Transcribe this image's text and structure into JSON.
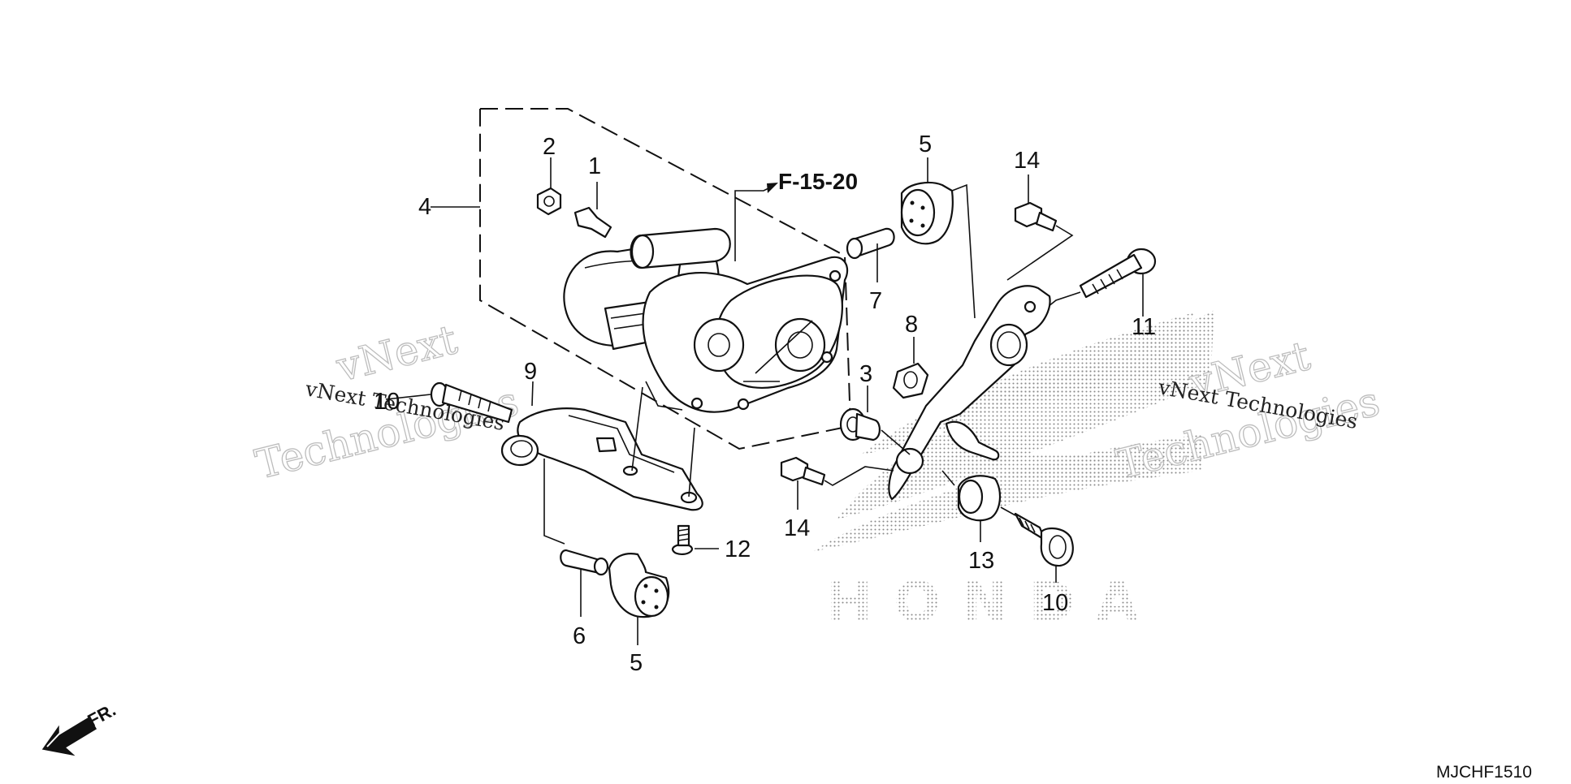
{
  "diagram": {
    "reference_label": "F-15-20",
    "diagram_code": "MJCHF1510",
    "front_label": "FR.",
    "logo_text": "HONDA",
    "watermarks": [
      {
        "line1": "vNext",
        "line2": "Technologies"
      },
      {
        "line1": "vNext",
        "line2": "Technologies"
      }
    ],
    "watermark_small": [
      "vNext Technologies",
      "vNext Technologies"
    ]
  },
  "callouts": {
    "c1": "1",
    "c2": "2",
    "c3": "3",
    "c4": "4",
    "c5a": "5",
    "c5b": "5",
    "c6": "6",
    "c7": "7",
    "c8": "8",
    "c9": "9",
    "c10a": "10",
    "c10b": "10",
    "c11": "11",
    "c12": "12",
    "c13": "13",
    "c14a": "14",
    "c14b": "14"
  },
  "colors": {
    "line": "#111111",
    "watermark": "#bdbdbd",
    "logo_dots": "#8a8a8a"
  }
}
